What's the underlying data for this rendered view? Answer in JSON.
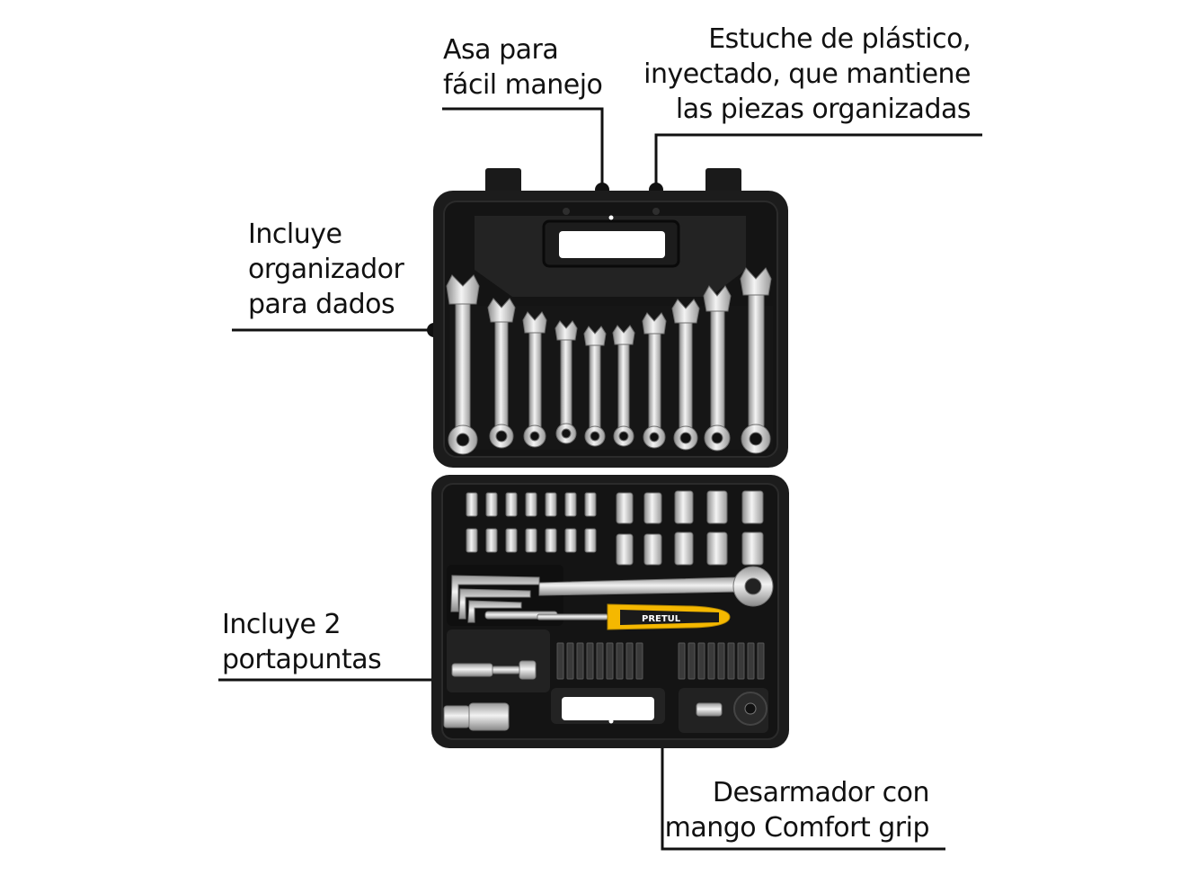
{
  "callouts": {
    "handle": "Asa para\nfácil manejo",
    "case": "Estuche de plástico,\ninyectado, que mantiene\nlas piezas organizadas",
    "organizer": "Incluye\norganizador\npara dados",
    "holders": "Incluye 2\nportapuntas",
    "screwdriver": "Desarmador con\nmango Comfort grip"
  },
  "brand": {
    "screwdriver_logo": "PRETUL"
  },
  "colors": {
    "case": "#1c1c1c",
    "case_dark": "#0d0d0d",
    "chrome": "#e4e4e4",
    "accent_yellow": "#f5b800",
    "line": "#111111"
  }
}
